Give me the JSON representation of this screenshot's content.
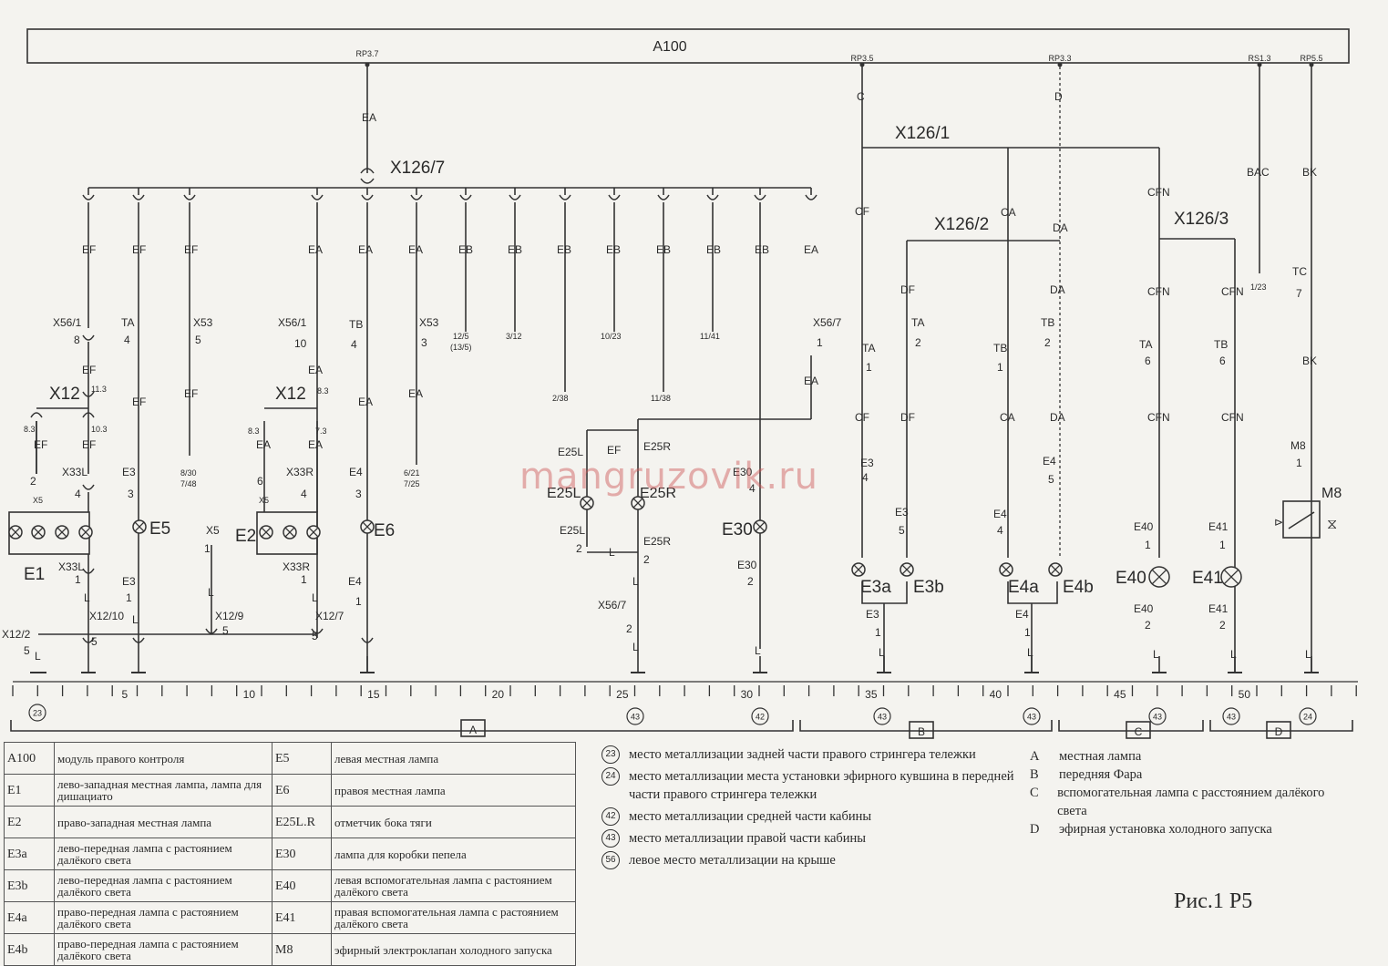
{
  "diagram": {
    "module_title": "A100",
    "rp_labels": [
      "RP3.7",
      "RP3.5",
      "RP3.3",
      "RS1.3",
      "RP5.5"
    ],
    "connectors": [
      "X126/7",
      "X126/1",
      "X126/2",
      "X126/3",
      "X12",
      "X12",
      "X12/10",
      "X12/9",
      "X12/7",
      "X12/2"
    ],
    "lamps_text": [
      "E1",
      "E2",
      "E5",
      "E6",
      "E30",
      "E3a",
      "E3b",
      "E4a",
      "E4b",
      "E40",
      "E41",
      "M8",
      "E25L",
      "E25R"
    ],
    "ruler_numbers": [
      "5",
      "10",
      "15",
      "20",
      "25",
      "30",
      "35",
      "40",
      "45",
      "50"
    ],
    "ruler_markers": [
      "23",
      "43",
      "42",
      "43",
      "43",
      "43",
      "24"
    ],
    "sections": [
      "A",
      "B",
      "C",
      "D"
    ],
    "watermark": "mangruzovik.ru"
  },
  "legend": [
    {
      "k1": "A100",
      "d1": "модуль правого контроля",
      "k2": "E5",
      "d2": "левая местная лампа"
    },
    {
      "k1": "E1",
      "d1": "лево-западная местная лампа, лампа для дишациато",
      "k2": "E6",
      "d2": "правоя местная лампа"
    },
    {
      "k1": "E2",
      "d1": "право-западная местная лампа",
      "k2": "E25L.R",
      "d2": "отметчик бока тяги"
    },
    {
      "k1": "E3a",
      "d1": "лево-передная лампа с растоянием далёкого света",
      "k2": "E30",
      "d2": "лампа для коробки пепела"
    },
    {
      "k1": "E3b",
      "d1": "лево-передная лампа с растоянием далёкого света",
      "k2": "E40",
      "d2": "левая вспомогательная лампа с растоянием далёкого света"
    },
    {
      "k1": "E4a",
      "d1": "право-передная лампа с растоянием далёкого света",
      "k2": "E41",
      "d2": "правая вспомогательная лампа с растоянием далёкого света"
    },
    {
      "k1": "E4b",
      "d1": "право-передная лампа с растоянием далёкого света",
      "k2": "M8",
      "d2": "эфирный электроклапан холодного запуска"
    }
  ],
  "notes": [
    {
      "n": "23",
      "text": "место металлизации задней части правого стрингера тележки"
    },
    {
      "n": "24",
      "text": "место металлизации места установки эфирного кувшина в передней части правого стрингера тележки"
    },
    {
      "n": "42",
      "text": "место металлизации средней части кабины"
    },
    {
      "n": "43",
      "text": "место металлизации правой части кабины"
    },
    {
      "n": "56",
      "text": "левое место металлизации на крыше"
    }
  ],
  "section_legend": [
    {
      "k": "A",
      "text": "местная лампа"
    },
    {
      "k": "B",
      "text": "передняя Фара"
    },
    {
      "k": "C",
      "text": "вспомогательная лампа с расстоянием далёкого света"
    },
    {
      "k": "D",
      "text": "эфирная установка холодного запуска"
    }
  ],
  "figure_label": "Рис.1 P5"
}
